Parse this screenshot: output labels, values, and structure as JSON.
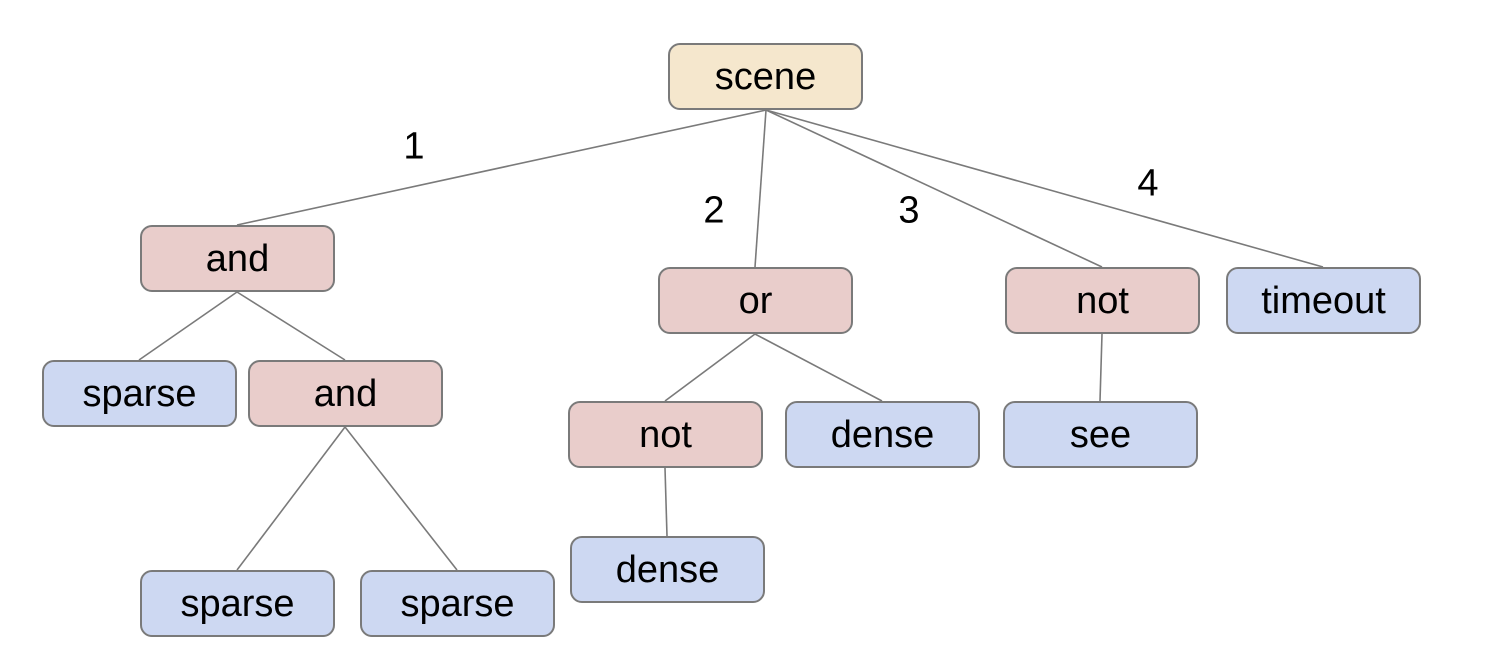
{
  "diagram": {
    "background_color": "#ffffff",
    "palette": {
      "root_fill": "#f5e7cd",
      "operator_fill": "#e9cdcb",
      "leaf_fill": "#cdd8f2",
      "node_border": "#7a7a7a",
      "edge_line": "#7a7a7a",
      "text_color": "#000000"
    },
    "nodes": [
      {
        "label": "scene",
        "kind": "root"
      },
      {
        "label": "and",
        "kind": "operator"
      },
      {
        "label": "or",
        "kind": "operator"
      },
      {
        "label": "not",
        "kind": "operator"
      },
      {
        "label": "timeout",
        "kind": "leaf"
      },
      {
        "label": "sparse",
        "kind": "leaf"
      },
      {
        "label": "and",
        "kind": "operator"
      },
      {
        "label": "not",
        "kind": "operator"
      },
      {
        "label": "dense",
        "kind": "leaf"
      },
      {
        "label": "see",
        "kind": "leaf"
      },
      {
        "label": "sparse",
        "kind": "leaf"
      },
      {
        "label": "sparse",
        "kind": "leaf"
      },
      {
        "label": "dense",
        "kind": "leaf"
      }
    ],
    "edge_labels": [
      {
        "text": "1"
      },
      {
        "text": "2"
      },
      {
        "text": "3"
      },
      {
        "text": "4"
      }
    ],
    "hierarchy": {
      "scene": {
        "1": {
          "and": [
            "sparse",
            {
              "and": [
                "sparse",
                "sparse"
              ]
            }
          ]
        },
        "2": {
          "or": [
            {
              "not": [
                "dense"
              ]
            },
            "dense"
          ]
        },
        "3": {
          "not": [
            "see"
          ]
        },
        "4": "timeout"
      }
    }
  }
}
